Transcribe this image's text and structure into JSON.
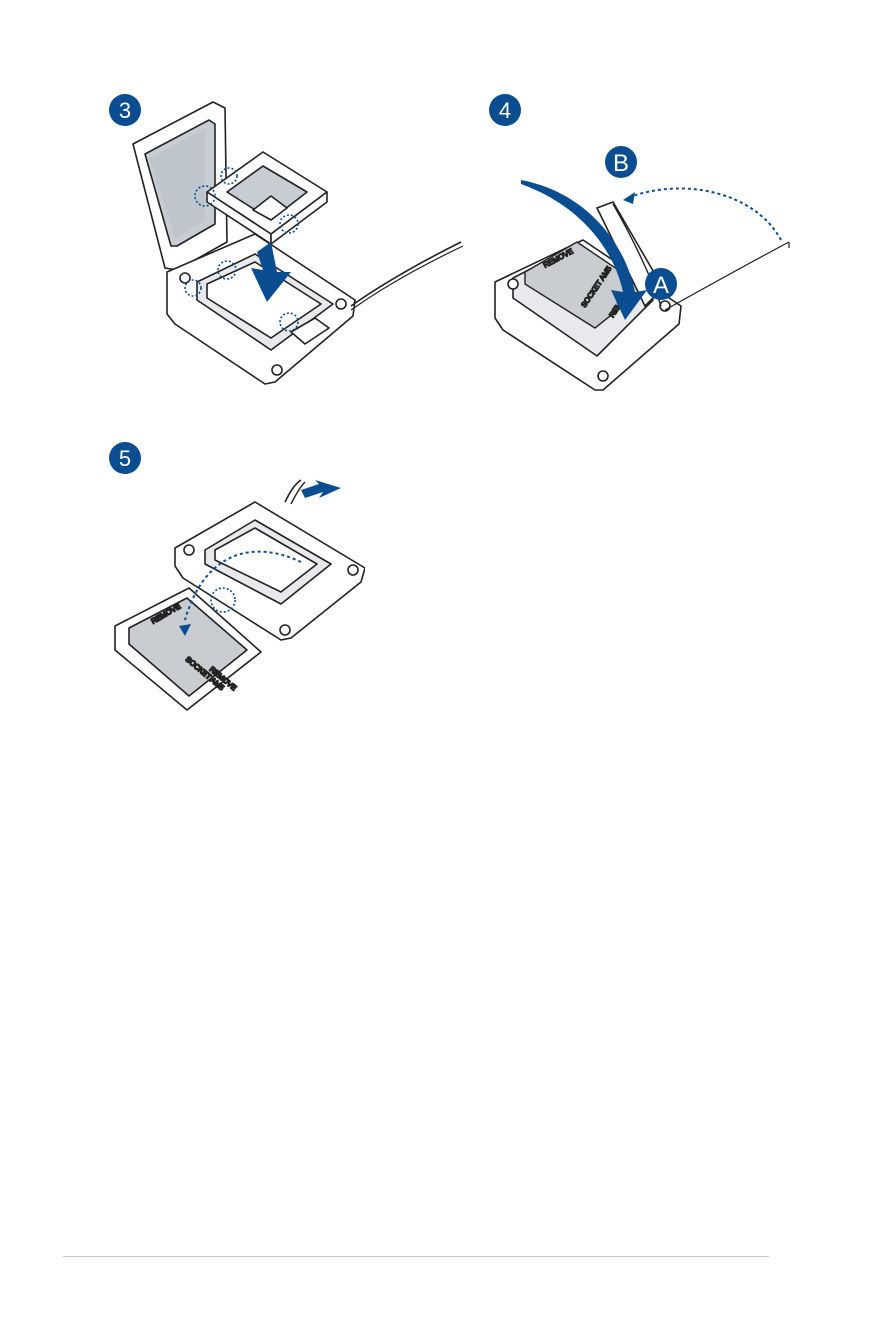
{
  "steps": [
    {
      "number": "3"
    },
    {
      "number": "4",
      "callouts": {
        "a": "A",
        "b": "B"
      },
      "cover_text": [
        "REMOVE",
        "SOCKET AM5",
        "REMOVE"
      ]
    },
    {
      "number": "5",
      "cover_text": [
        "REMOVE",
        "SOCKET AM5",
        "REMOVE"
      ]
    }
  ],
  "colors": {
    "accent": "#0a4e91",
    "line": "#222222",
    "chip_fill": "#c7cdd3",
    "cover_fill": "#c9ccd0"
  }
}
